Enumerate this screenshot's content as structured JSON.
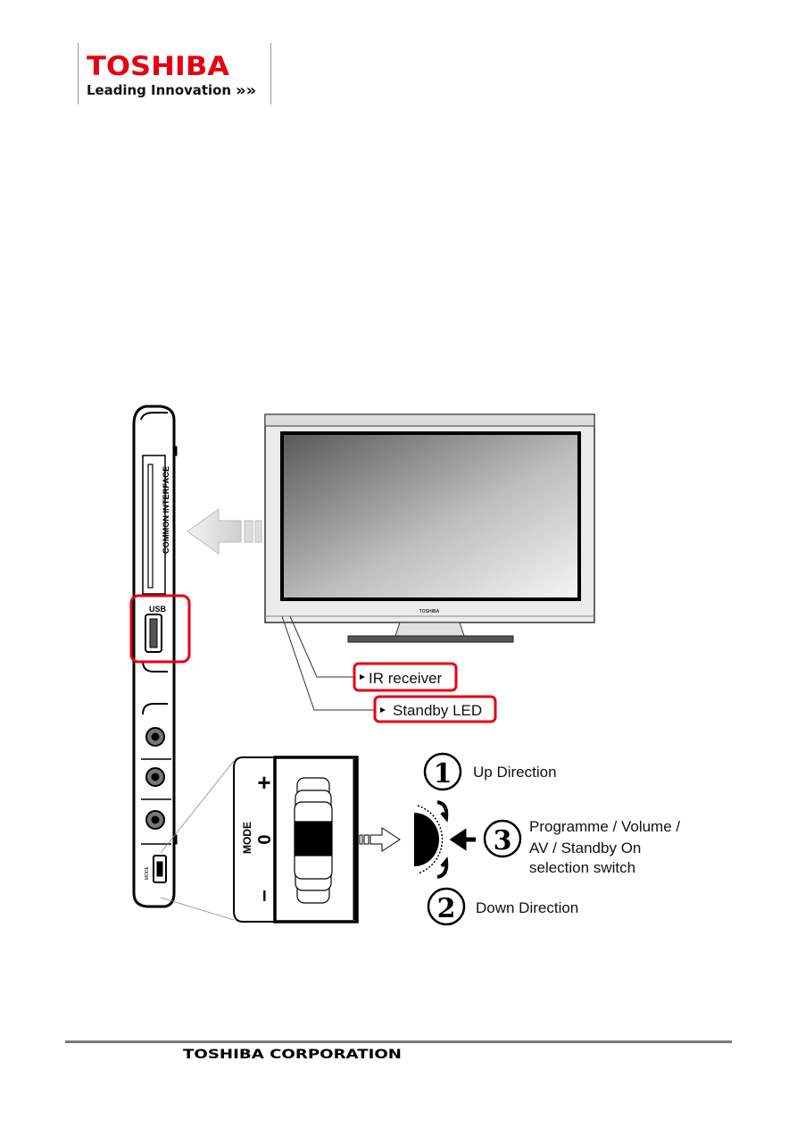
{
  "header": {
    "logo_text": "TOSHIBA",
    "tagline": "Leading Innovation",
    "tagline_mark": "»»",
    "brand_color": "#e60012"
  },
  "diagram": {
    "side_panel": {
      "slot_label": "COMMON INTERFACE",
      "usb_label": "USB",
      "mode_label": "MODE"
    },
    "tv_badge": "TOSHIBA",
    "callouts": {
      "ir_receiver": "IR receiver",
      "standby_led": "Standby LED",
      "highlight_color": "#e60012"
    },
    "switch": {
      "plus": "+",
      "zero": "0",
      "minus": "–",
      "mode": "MODE"
    },
    "steps": [
      {
        "number": "1",
        "label": "Up Direction"
      },
      {
        "number": "2",
        "label": "Down Direction"
      },
      {
        "number": "3",
        "label_lines": [
          "Programme / Volume /",
          "AV / Standby On",
          "selection switch"
        ]
      }
    ]
  },
  "footer": {
    "company": "TOSHIBA CORPORATION"
  }
}
